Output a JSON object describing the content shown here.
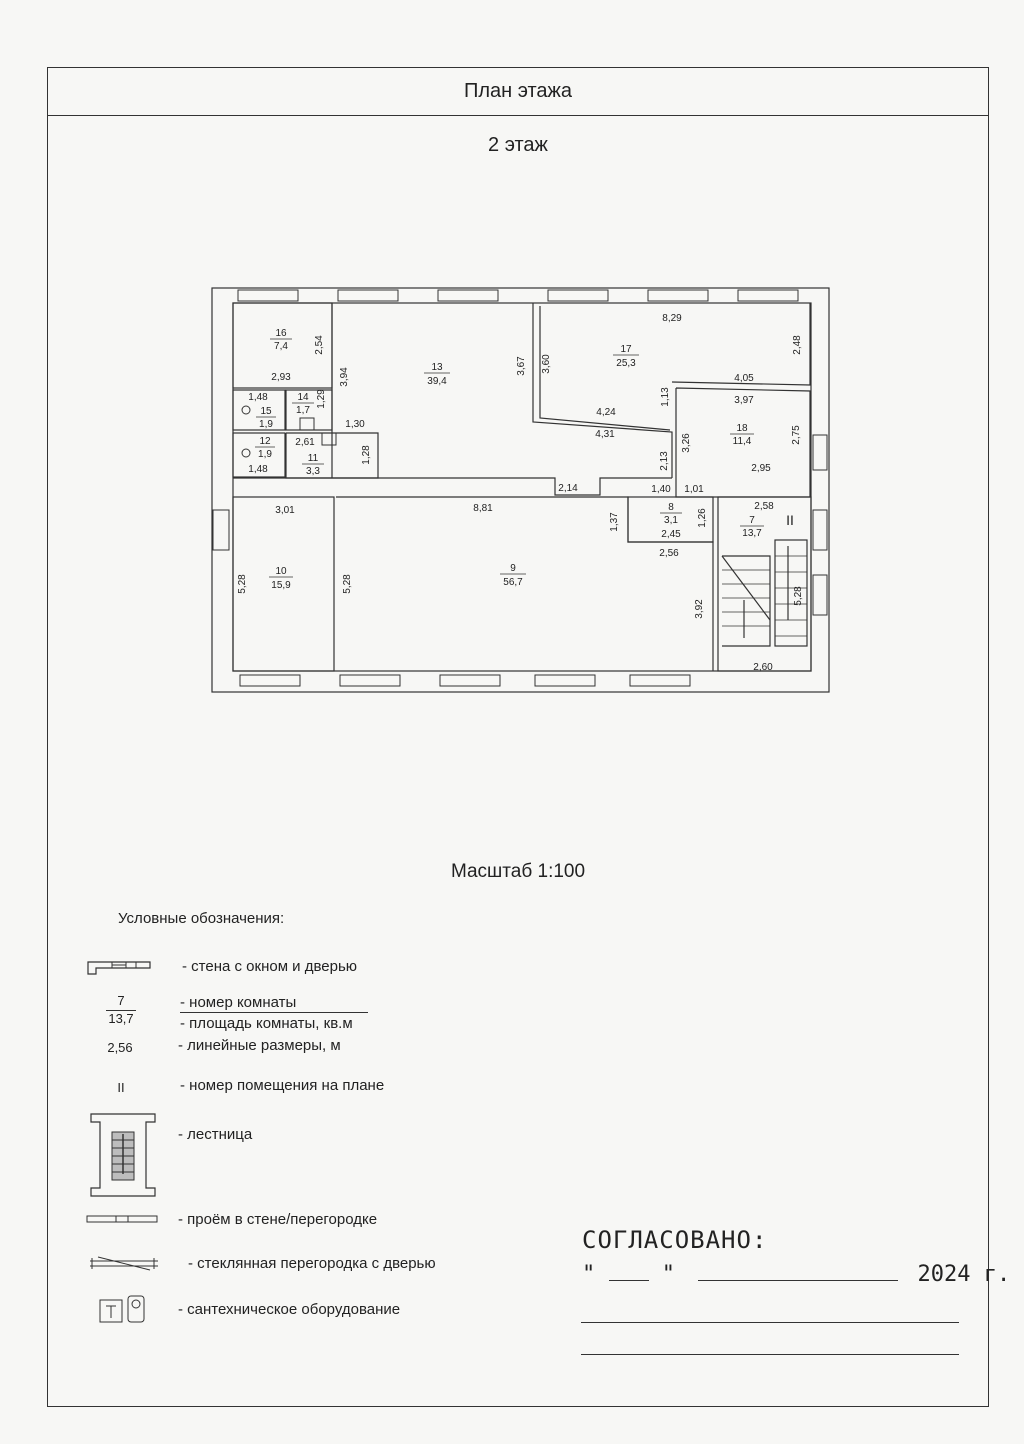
{
  "header": {
    "title": "План этажа",
    "floor": "2 этаж"
  },
  "rooms": [
    {
      "number": "16",
      "area": "7,4"
    },
    {
      "number": "13",
      "area": "39,4"
    },
    {
      "number": "17",
      "area": "25,3"
    },
    {
      "number": "15",
      "area": "1,9"
    },
    {
      "number": "14",
      "area": "1,7"
    },
    {
      "number": "12",
      "area": "1,9"
    },
    {
      "number": "11",
      "area": "3,3"
    },
    {
      "number": "18",
      "area": "11,4"
    },
    {
      "number": "8",
      "area": "3,1"
    },
    {
      "number": "7",
      "area": "13,7"
    },
    {
      "number": "10",
      "area": "15,9"
    },
    {
      "number": "9",
      "area": "56,7"
    }
  ],
  "dimensions": [
    "2,54",
    "2,93",
    "8,29",
    "2,48",
    "3,67",
    "3,60",
    "3,94",
    "4,05",
    "1,48",
    "1,29",
    "1,13",
    "3,97",
    "4,24",
    "1,30",
    "4,31",
    "2,75",
    "2,61",
    "3,26",
    "1,28",
    "2,13",
    "2,95",
    "1,48",
    "2,14",
    "1,40",
    "1,01",
    "3,01",
    "8,81",
    "2,58",
    "1,37",
    "1,26",
    "2,45",
    "2,56",
    "5,28",
    "5,28",
    "3,92",
    "5,28",
    "2,60"
  ],
  "premises_number": "II",
  "scale": "Масштаб 1:100",
  "legend": {
    "title": "Условные обозначения:",
    "items": [
      "- стена с окном и дверью",
      "- номер комнаты",
      "- площадь комнаты, кв.м",
      "- линейные размеры, м",
      "- номер помещения на плане",
      "- лестница",
      "- проём в стене/перегородке",
      "- стеклянная перегородка с дверью",
      "- сантехническое оборудование"
    ],
    "sample_room_number": "7",
    "sample_room_area": "13,7",
    "sample_dimension": "2,56",
    "sample_premises": "II"
  },
  "approval": {
    "title": "СОГЛАСОВАНО:",
    "quote_open": "\"",
    "quote_close": "\"",
    "year": "2024 г."
  }
}
